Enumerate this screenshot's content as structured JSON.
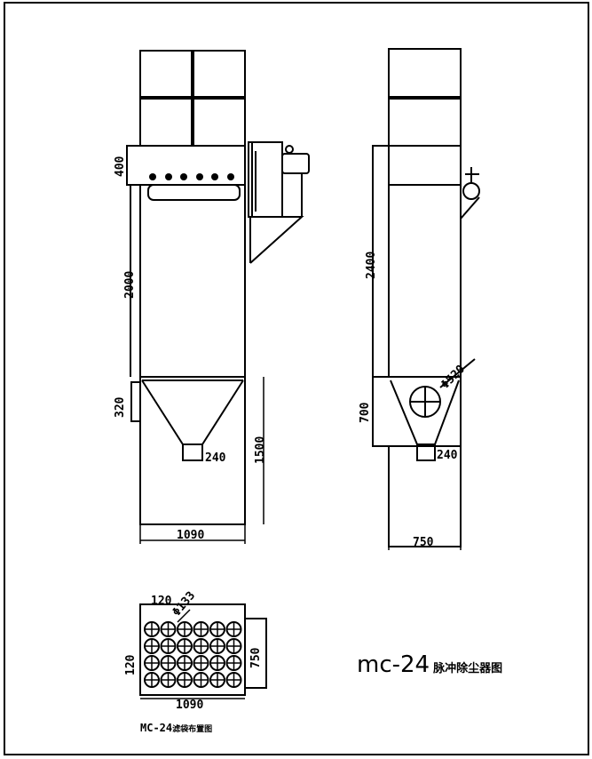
{
  "drawing": {
    "title_model": "mc-24",
    "title_suffix": "脉冲除尘器图",
    "plan_caption_model": "MC-24",
    "plan_caption_suffix": "滤袋布置图"
  },
  "front_view": {
    "dim_top": "400",
    "dim_body": "2000",
    "dim_inlet": "320",
    "dim_outlet": "240",
    "dim_hopper": "1500",
    "dim_width": "1090"
  },
  "side_view": {
    "dim_body": "2400",
    "dim_hopper": "700",
    "dim_fan": "Φ520",
    "dim_outlet": "240",
    "dim_width": "750"
  },
  "plan_view": {
    "dim_pitch_x": "120",
    "dim_bag": "Φ133",
    "dim_pitch_y": "120",
    "dim_depth": "750",
    "dim_width": "1090",
    "rows": 4,
    "cols": 6
  }
}
